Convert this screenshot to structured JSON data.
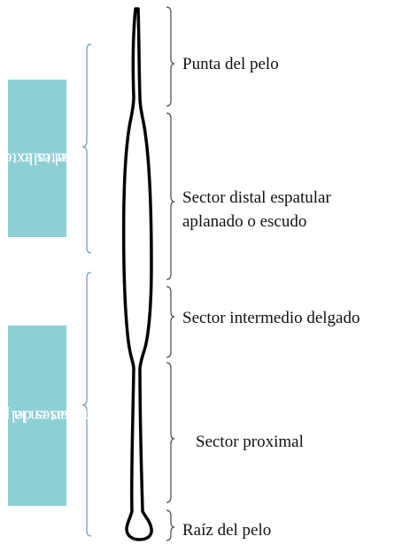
{
  "colors": {
    "hair_outline": "#000000",
    "segment_bracket": "#555555",
    "group_bracket": "#7a9fc4",
    "group_box": "#8ecfd6"
  },
  "segments": [
    {
      "label": "Punta del pelo"
    },
    {
      "label": "Sector distal espatular aplanado o escudo",
      "lines": [
        "Sector distal espatular",
        "aplanado o escudo"
      ]
    },
    {
      "label": "Sector intermedio delgado"
    },
    {
      "label": "Sector proximal"
    },
    {
      "label": "Raíz del pelo"
    }
  ],
  "groups": [
    {
      "label": "Partes externas del tallo",
      "lines": [
        "Partes externas",
        "del tallo"
      ]
    },
    {
      "label": "Partes del tallo inmersas en la piel",
      "lines": [
        "Partes del tallo",
        "inmersas en la piel"
      ]
    }
  ]
}
